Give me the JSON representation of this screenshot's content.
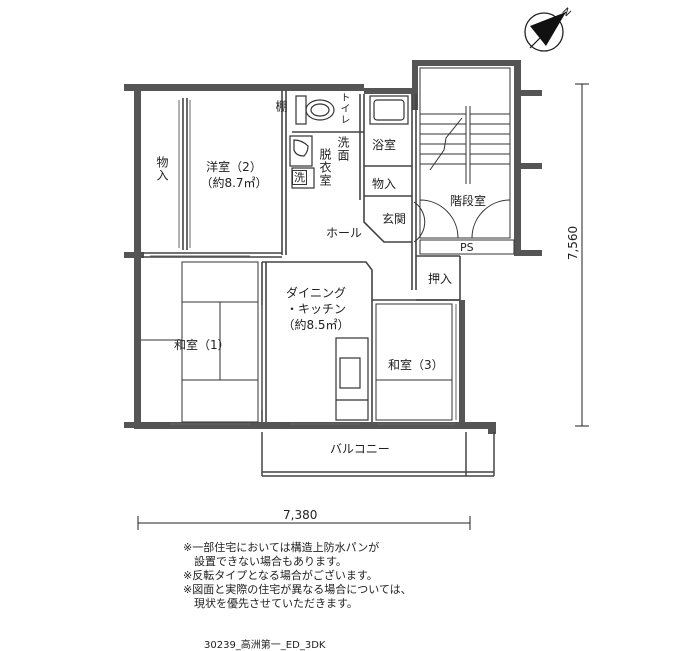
{
  "compass": {
    "north_label": "N"
  },
  "rooms": {
    "western_room": "洋室（2）",
    "western_room_area": "（約8.7㎡）",
    "storage_left": "物入",
    "shelf": "棚",
    "toilet": "トイレ",
    "washroom": "洗面",
    "dressing_room": "脱衣室",
    "wash_mark": "洗",
    "bathroom": "浴室",
    "storage_mid": "物入",
    "entrance": "玄関",
    "stairwell": "階段室",
    "ps": "PS",
    "hall": "ホール",
    "closet": "押入",
    "dining_kitchen_1": "ダイニング",
    "dining_kitchen_2": "・キッチン",
    "dining_kitchen_area": "（約8.5㎡）",
    "japanese_room_1": "和室（1）",
    "japanese_room_3": "和室（3）",
    "balcony": "バルコニー"
  },
  "dimensions": {
    "width": "7,380",
    "depth": "7,560"
  },
  "notes": [
    "※一部住宅においては構造上防水パンが",
    "　設置できない場合もあります。",
    "※反転タイプとなる場合がございます。",
    "※図面と実際の住宅が異なる場合については、",
    "　現状を優先させていただきます。"
  ],
  "caption": "30239_高洲第一_ED_3DK"
}
